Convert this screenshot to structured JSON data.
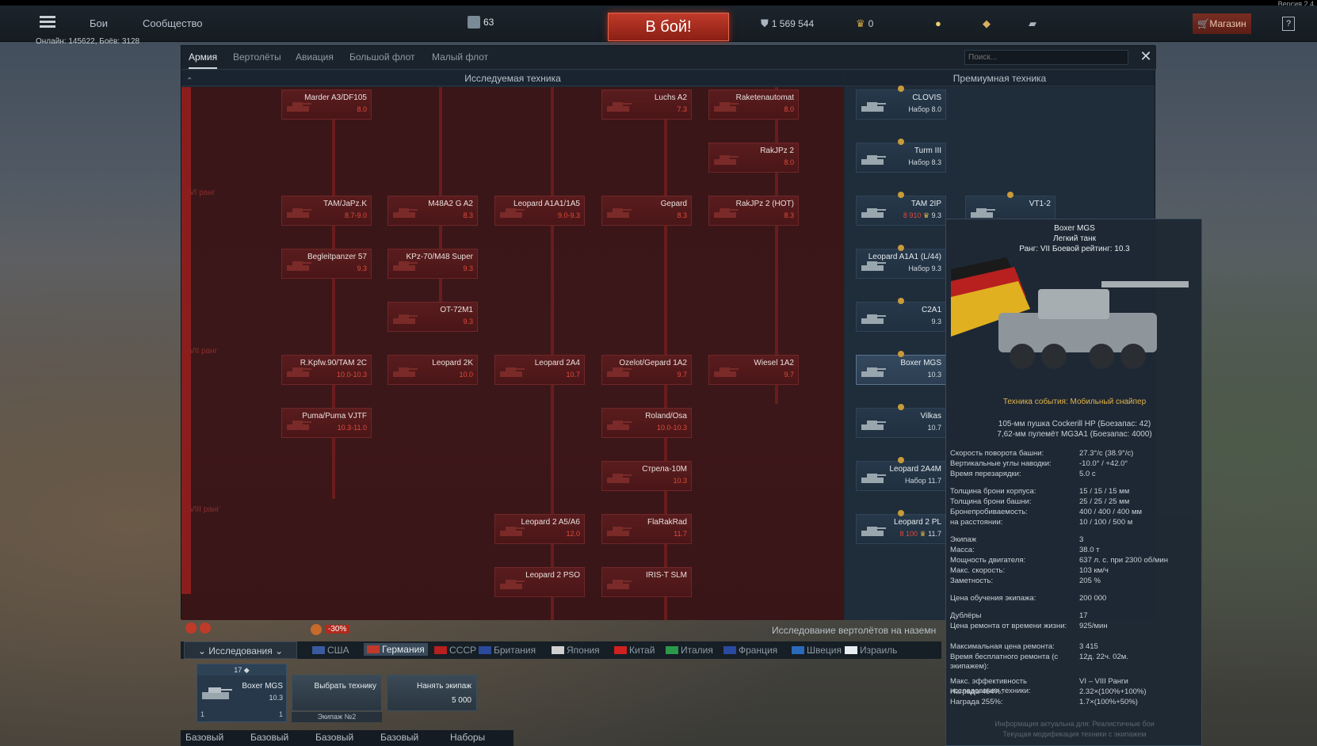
{
  "version": "Версия 2.4",
  "topbar": {
    "battles": "Бои",
    "community": "Сообщество",
    "online": "Онлайн: 145622, Боёв: 3128",
    "player_rank": "63",
    "battle_button": "В бой!",
    "silver_lions": "1 569 544",
    "golden_eagles": "0",
    "shop": "Магазин",
    "help": "?"
  },
  "tabs": [
    "Армия",
    "Вертолёты",
    "Авиация",
    "Большой флот",
    "Малый флот"
  ],
  "search_placeholder": "Поиск...",
  "sections": {
    "researchable": "Исследуемая техника",
    "premium": "Премиумная техника"
  },
  "tree": [
    {
      "name": "Marder A3/DF105",
      "br": "8.0"
    },
    {
      "name": "Luchs A2",
      "br": "7.3"
    },
    {
      "name": "Raketenautomat",
      "br": "8.0"
    },
    {
      "name": "RakJPz 2",
      "br": "8.0"
    },
    {
      "name": "TAM/JaPz.K",
      "br": "8.7-9.0"
    },
    {
      "name": "M48A2 G A2",
      "br": "8.3"
    },
    {
      "name": "Leopard A1A1/1A5",
      "br": "9.0-9.3"
    },
    {
      "name": "Gepard",
      "br": "8.3"
    },
    {
      "name": "RakJPz 2 (HOT)",
      "br": "8.3"
    },
    {
      "name": "Begleitpanzer 57",
      "br": "9.3"
    },
    {
      "name": "KPz-70/M48 Super",
      "br": "9.3"
    },
    {
      "name": "OT-72M1",
      "br": "9.3"
    },
    {
      "name": "R.Kpfw.90/TAM 2C",
      "br": "10.0-10.3"
    },
    {
      "name": "Leopard 2K",
      "br": "10.0"
    },
    {
      "name": "Leopard 2A4",
      "br": "10.7"
    },
    {
      "name": "Ozelot/Gepard 1A2",
      "br": "9.7"
    },
    {
      "name": "Wiesel 1A2",
      "br": "9.7"
    },
    {
      "name": "Puma/Puma VJTF",
      "br": "10.3-11.0"
    },
    {
      "name": "Roland/Osa",
      "br": "10.0-10.3"
    },
    {
      "name": "Стрела-10М",
      "br": "10.3"
    },
    {
      "name": "Leopard 2 A5/A6",
      "br": "12.0"
    },
    {
      "name": "FlaRakRad",
      "br": "11.7"
    },
    {
      "name": "Leopard 2 PSO",
      "br": ""
    },
    {
      "name": "IRIS-T SLM",
      "br": ""
    }
  ],
  "ranks": [
    "VI ранг",
    "VII ранг",
    "VIII ранг"
  ],
  "premium": [
    {
      "name": "CLOVIS",
      "br": "Набор 8.0",
      "price": ""
    },
    {
      "name": "Turm III",
      "br": "Набор 8.3",
      "price": ""
    },
    {
      "name": "TAM 2IP",
      "br": "9.3",
      "price": "8 910"
    },
    {
      "name": "VT1-2",
      "br": "",
      "price": ""
    },
    {
      "name": "Leopard A1A1 (L/44)",
      "br": "Набор 9.3",
      "price": ""
    },
    {
      "name": "C2A1",
      "br": "9.3",
      "price": ""
    },
    {
      "name": "Boxer MGS",
      "br": "10.3",
      "price": ""
    },
    {
      "name": "Vilkas",
      "br": "10.7",
      "price": ""
    },
    {
      "name": "Leopard 2A4M",
      "br": "Набор 11.7",
      "price": ""
    },
    {
      "name": "Leopard 2 PL",
      "br": "11.7",
      "price": "8 100"
    }
  ],
  "bottom": {
    "discount": "-30%",
    "heli_research": "Исследование вертолётов на наземн",
    "research_tab": "Исследования"
  },
  "nations": [
    "США",
    "Германия",
    "СССР",
    "Британия",
    "Япония",
    "Китай",
    "Италия",
    "Франция",
    "Швеция",
    "Израиль"
  ],
  "crew": {
    "backup_count": "17",
    "vehicle": "Boxer MGS",
    "br": "10.3",
    "crew_level": "1",
    "slot_extra": "1",
    "choose": "Выбрать технику",
    "hire": "Нанять экипаж",
    "hire_price": "5 000",
    "crew_label": "Экипаж №2"
  },
  "presets": [
    "Базовый",
    "Базовый",
    "Базовый",
    "Базовый",
    "Наборы"
  ],
  "tooltip": {
    "name": "Boxer MGS",
    "class": "Легкий танк",
    "rank_line": "Ранг: VII   Боевой рейтинг: 10.3",
    "event": "Техника события: Мобильный снайпер",
    "weapon1": "105-мм пушка Cockerill HP (Боезапас: 42)",
    "weapon2": "7,62-мм пулемёт MG3A1 (Боезапас: 4000)",
    "stats": [
      {
        "k": "Скорость поворота башни:",
        "v": "27.3°/с (38.9°/с)"
      },
      {
        "k": "Вертикальные углы наводки:",
        "v": "-10.0° / +42.0°"
      },
      {
        "k": "Время перезарядки:",
        "v": "5.0 с"
      },
      {
        "k": "Толщина брони корпуса:",
        "v": "15 / 15 / 15 мм"
      },
      {
        "k": "Толщина брони башни:",
        "v": "25 / 25 / 25 мм"
      },
      {
        "k": "Бронепробиваемость:",
        "v": "400 / 400 / 400 мм"
      },
      {
        "k": "на расстоянии:",
        "v": "10 / 100 / 500 м"
      },
      {
        "k": "Экипаж",
        "v": "3"
      },
      {
        "k": "Масса:",
        "v": "38.0 т"
      },
      {
        "k": "Мощность двигателя:",
        "v": "637 л. с. при 2300 об/мин"
      },
      {
        "k": "Макс. скорость:",
        "v": "103 км/ч"
      },
      {
        "k": "Заметность:",
        "v": "205 %"
      },
      {
        "k": "Цена обучения экипажа:",
        "v": "200 000"
      },
      {
        "k": "Дублёры",
        "v": "17"
      },
      {
        "k": "Цена ремонта от времени жизни:",
        "v": "925/мин"
      },
      {
        "k": "Максимальная цена ремонта:",
        "v": "3 415"
      },
      {
        "k": "Время бесплатного ремонта (с экипажем):",
        "v": "12д. 22ч. 02м."
      },
      {
        "k": "Макс. эффективность исследования техники:",
        "v": "VI – VIII Ранги"
      },
      {
        "k": "Награда 464%:",
        "v": "2.32×(100%+100%)"
      },
      {
        "k": "Награда 255%:",
        "v": "1.7×(100%+50%)"
      }
    ],
    "footer1": "Информация актуальна для: Реалистичные бои",
    "footer2": "Текущая модификация техники с экипажем"
  },
  "colors": {
    "accent": "#c03a2a",
    "tree_bg": "#3a1618",
    "premium_bg": "#1f2c3a",
    "event": "#e0b24a"
  }
}
